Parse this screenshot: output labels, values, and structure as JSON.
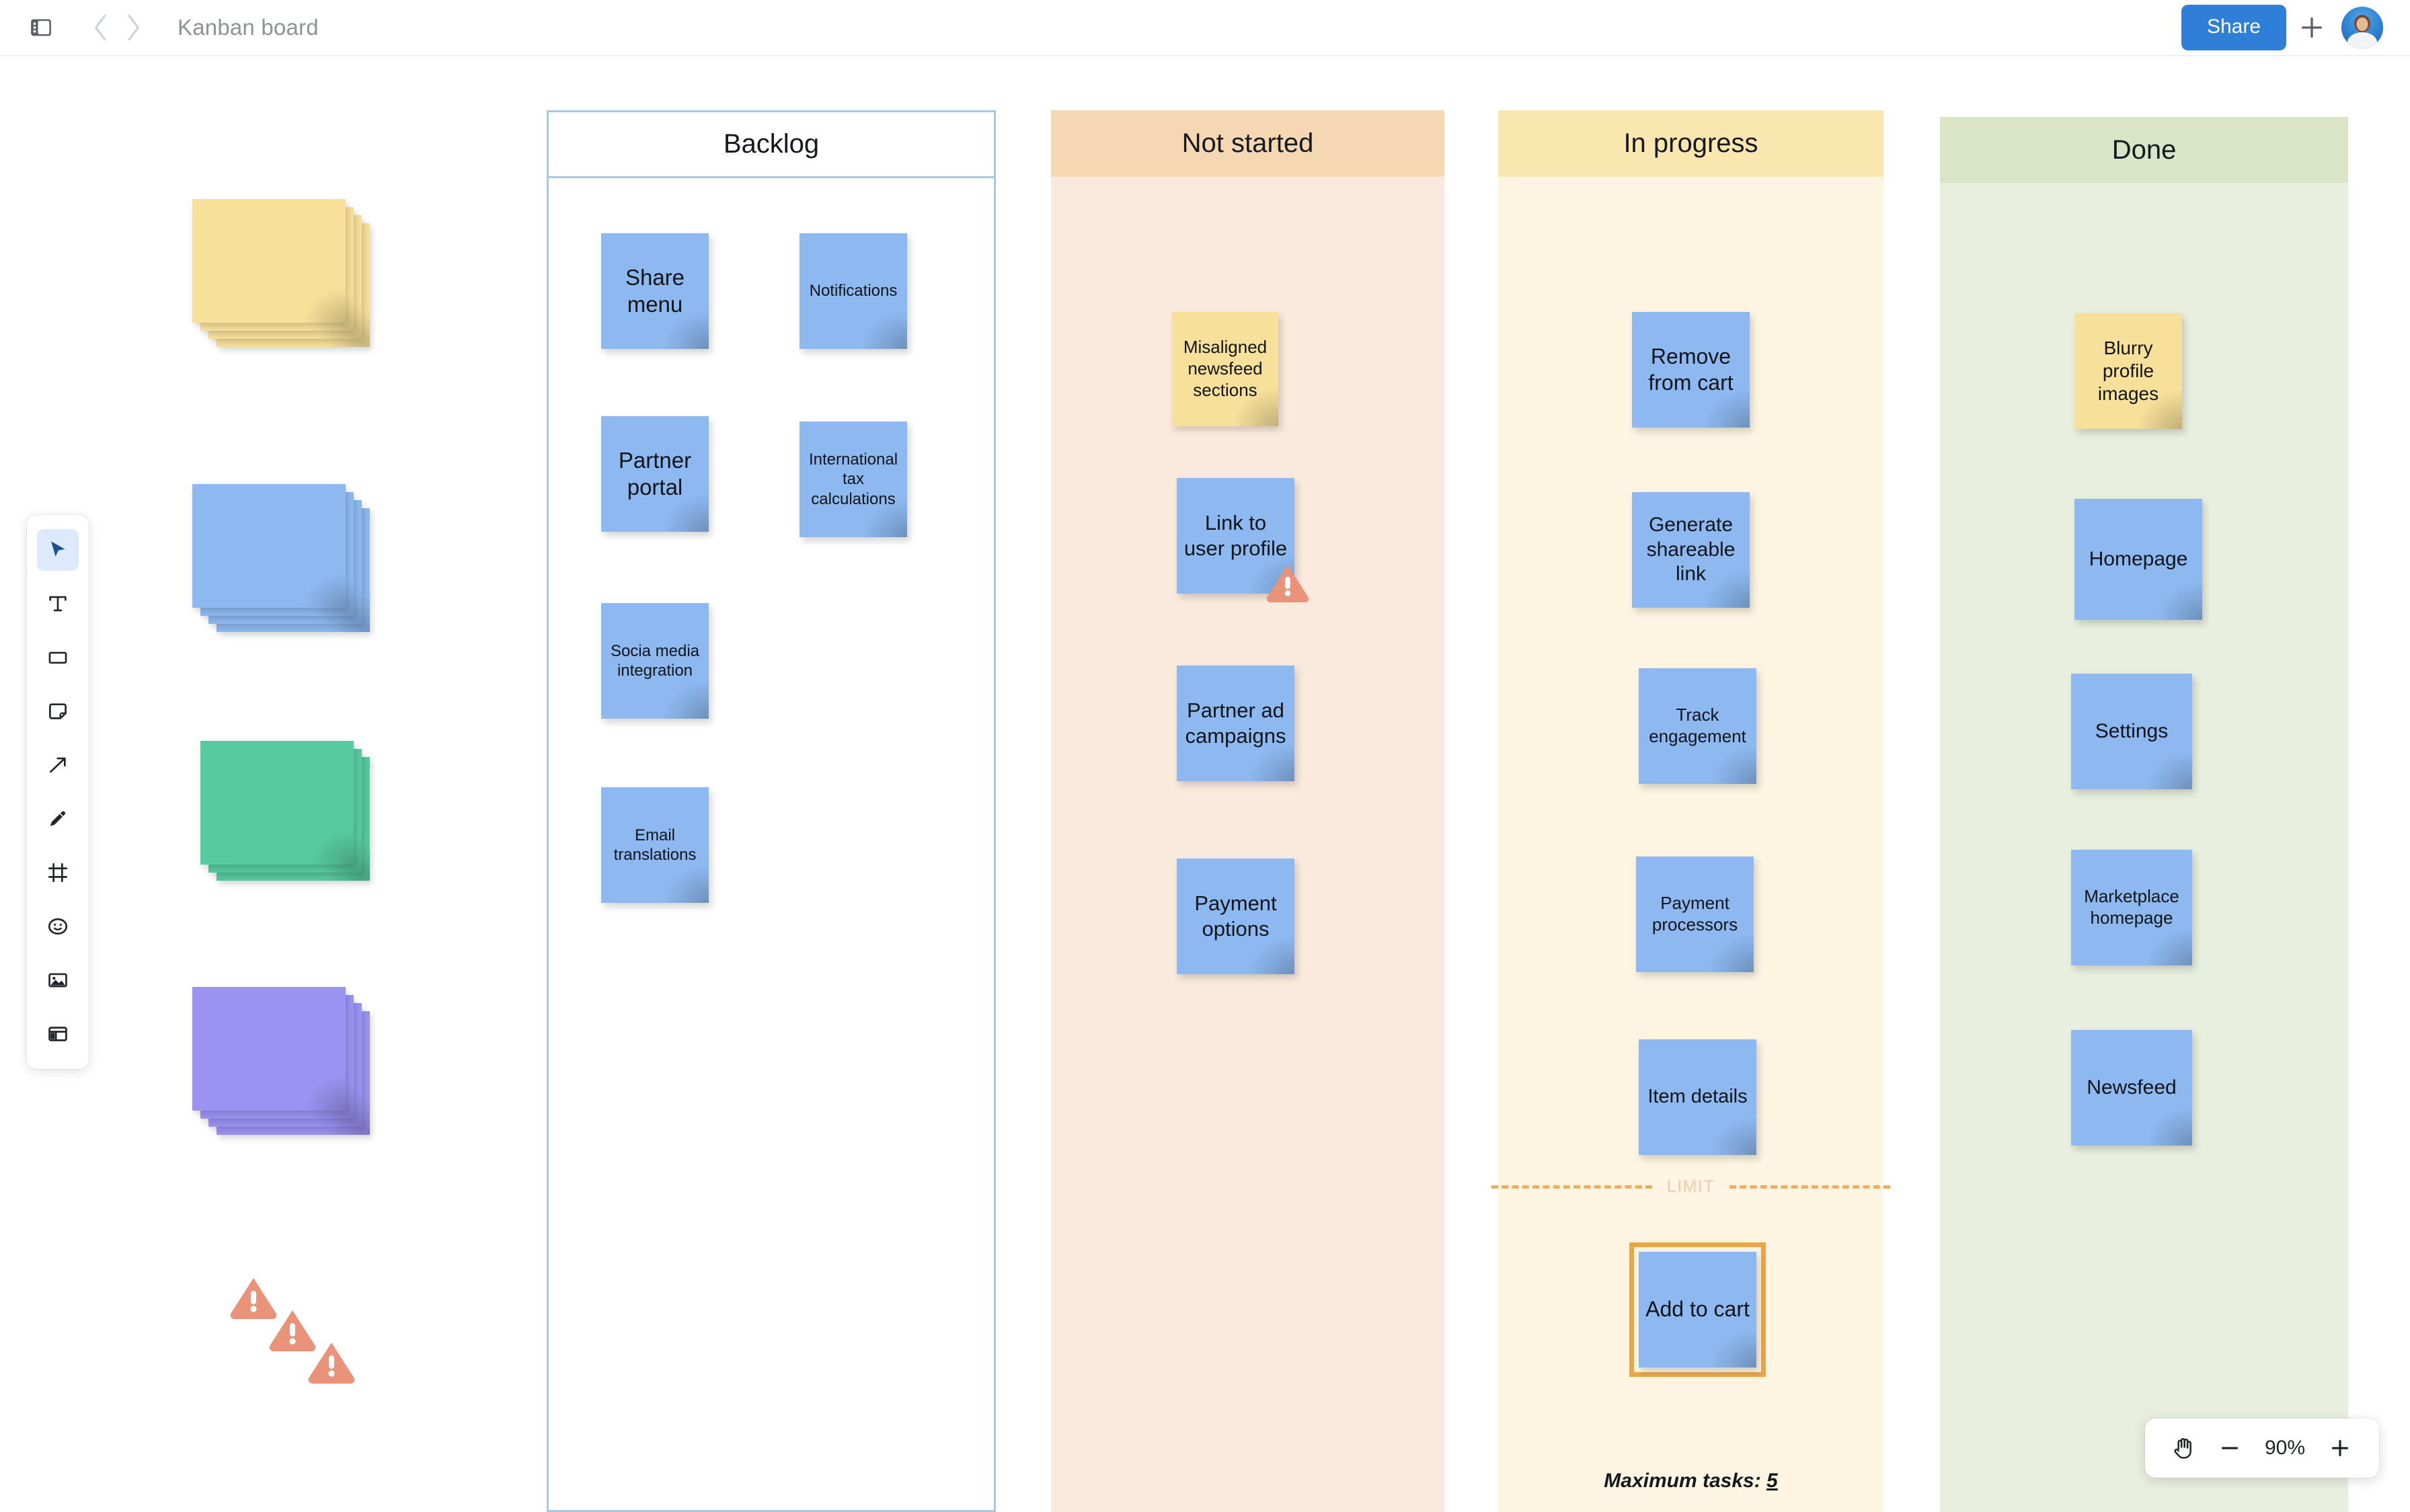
{
  "header": {
    "panel_icon": "sidebar-panel-icon",
    "back_icon": "chevron-left-icon",
    "forward_icon": "chevron-right-icon",
    "title": "Kanban board",
    "share_label": "Share",
    "plus_icon": "plus-icon",
    "avatar_icon": "user-avatar"
  },
  "toolbar": {
    "tools": [
      {
        "name": "select-tool",
        "icon": "cursor-icon",
        "active": true
      },
      {
        "name": "text-tool",
        "icon": "text-icon",
        "active": false
      },
      {
        "name": "shape-tool",
        "icon": "rectangle-icon",
        "active": false
      },
      {
        "name": "sticky-note-tool",
        "icon": "sticky-note-icon",
        "active": false
      },
      {
        "name": "connector-tool",
        "icon": "arrow-icon",
        "active": false
      },
      {
        "name": "pen-tool",
        "icon": "pencil-icon",
        "active": false
      },
      {
        "name": "frame-tool",
        "icon": "frame-icon",
        "active": false
      },
      {
        "name": "emoji-tool",
        "icon": "smiley-icon",
        "active": false
      },
      {
        "name": "image-tool",
        "icon": "image-icon",
        "active": false
      },
      {
        "name": "template-tool",
        "icon": "template-icon",
        "active": false
      }
    ]
  },
  "canvas": {
    "stacks": [
      {
        "name": "yellow-sticky-stack",
        "color": "#f7e09a",
        "count": 4
      },
      {
        "name": "blue-sticky-stack",
        "color": "#8db9f0",
        "count": 4
      },
      {
        "name": "green-sticky-stack",
        "color": "#58ca9f",
        "count": 3
      },
      {
        "name": "purple-sticky-stack",
        "color": "#9c92f2",
        "count": 4
      }
    ],
    "warning_icons": {
      "name": "warning-triangle-cluster",
      "count": 3,
      "color": "#e8937a"
    }
  },
  "board": {
    "columns": [
      {
        "id": "backlog",
        "title": "Backlog",
        "header_bg": "#ffffff",
        "body_bg": "#ffffff",
        "border": "#a8c8e8",
        "layout": "two-column",
        "notes": [
          {
            "text": "Share menu",
            "color": "#8db9f0",
            "size": "lg"
          },
          {
            "text": "Notifications",
            "color": "#8db9f0",
            "size": "sm"
          },
          {
            "text": "Partner portal",
            "color": "#8db9f0",
            "size": "lg"
          },
          {
            "text": "International tax calculations",
            "color": "#8db9f0",
            "size": "sm"
          },
          {
            "text": "Socia media integration",
            "color": "#8db9f0",
            "size": "sm"
          },
          {
            "text": "Email translations",
            "color": "#8db9f0",
            "size": "sm"
          }
        ]
      },
      {
        "id": "not-started",
        "title": "Not started",
        "header_bg": "#f5d7b4",
        "body_bg": "#faeade",
        "notes": [
          {
            "text": "Misaligned newsfeed sections",
            "color": "#f7e09a",
            "size": "sm"
          },
          {
            "text": "Link to user profile",
            "color": "#8db9f0",
            "size": "lg",
            "warning": true
          },
          {
            "text": "Partner ad campaigns",
            "color": "#8db9f0",
            "size": "lg"
          },
          {
            "text": "Payment options",
            "color": "#8db9f0",
            "size": "lg"
          }
        ]
      },
      {
        "id": "in-progress",
        "title": "In progress",
        "header_bg": "#fae7b0",
        "body_bg": "#fdf5e2",
        "limit_label": "LIMIT",
        "max_tasks_label": "Maximum tasks:",
        "max_tasks_value": "5",
        "notes": [
          {
            "text": "Remove from cart",
            "color": "#8db9f0",
            "size": "lg"
          },
          {
            "text": "Generate shareable link",
            "color": "#8db9f0",
            "size": "lg"
          },
          {
            "text": "Track engagement",
            "color": "#8db9f0",
            "size": "sm"
          },
          {
            "text": "Payment processors",
            "color": "#8db9f0",
            "size": "sm"
          },
          {
            "text": "Item details",
            "color": "#8db9f0",
            "size": "md"
          },
          {
            "text": "Add to cart",
            "color": "#8db9f0",
            "size": "lg",
            "selected": true
          }
        ]
      },
      {
        "id": "done",
        "title": "Done",
        "header_bg": "#d9e5c6",
        "body_bg": "#e9efdf",
        "notes": [
          {
            "text": "Blurry profile images",
            "color": "#f7e09a",
            "size": "sm"
          },
          {
            "text": "Homepage",
            "color": "#8db9f0",
            "size": "md"
          },
          {
            "text": "Settings",
            "color": "#8db9f0",
            "size": "md"
          },
          {
            "text": "Marketplace homepage",
            "color": "#8db9f0",
            "size": "sm"
          },
          {
            "text": "Newsfeed",
            "color": "#8db9f0",
            "size": "md"
          }
        ]
      }
    ]
  },
  "zoom_control": {
    "hand_icon": "hand-pan-icon",
    "minus_label": "−",
    "level": "90%",
    "plus_label": "+"
  }
}
